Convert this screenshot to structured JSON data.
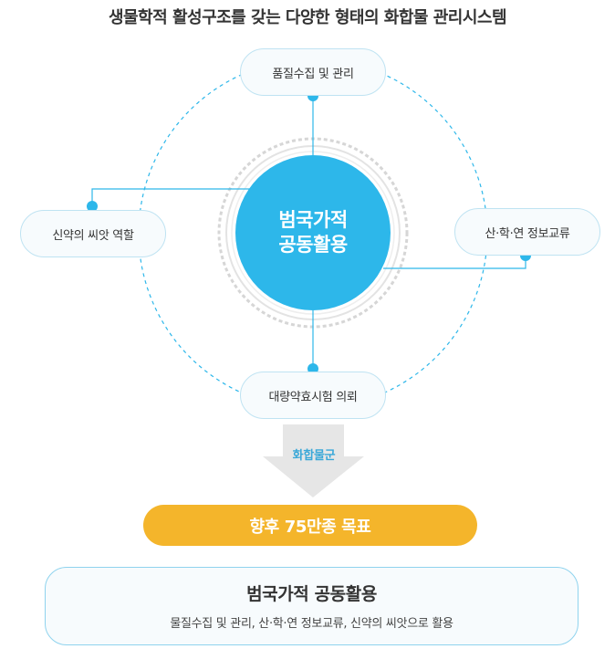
{
  "title": "생물학적 활성구조를 갖는 다양한 형태의 화합물 관리시스템",
  "center": {
    "line1": "범국가적",
    "line2": "공동활용"
  },
  "nodes": {
    "top": "품질수집 및 관리",
    "left": "신약의 씨앗 역할",
    "right": "산·학·연 정보교류",
    "bottom": "대량약효시험 의뢰"
  },
  "arrow_label": "화합물군",
  "goal": "향후 75만종 목표",
  "summary": {
    "title": "범국가적 공동활용",
    "description": "물질수집 및 관리, 산·학·연 정보교류, 신약의 씨앗으로 활용"
  },
  "colors": {
    "primary_blue": "#2db7ea",
    "light_blue": "#8fd3ee",
    "goal_yellow": "#f4b52b",
    "arrow_gray": "#e6e6e6"
  }
}
